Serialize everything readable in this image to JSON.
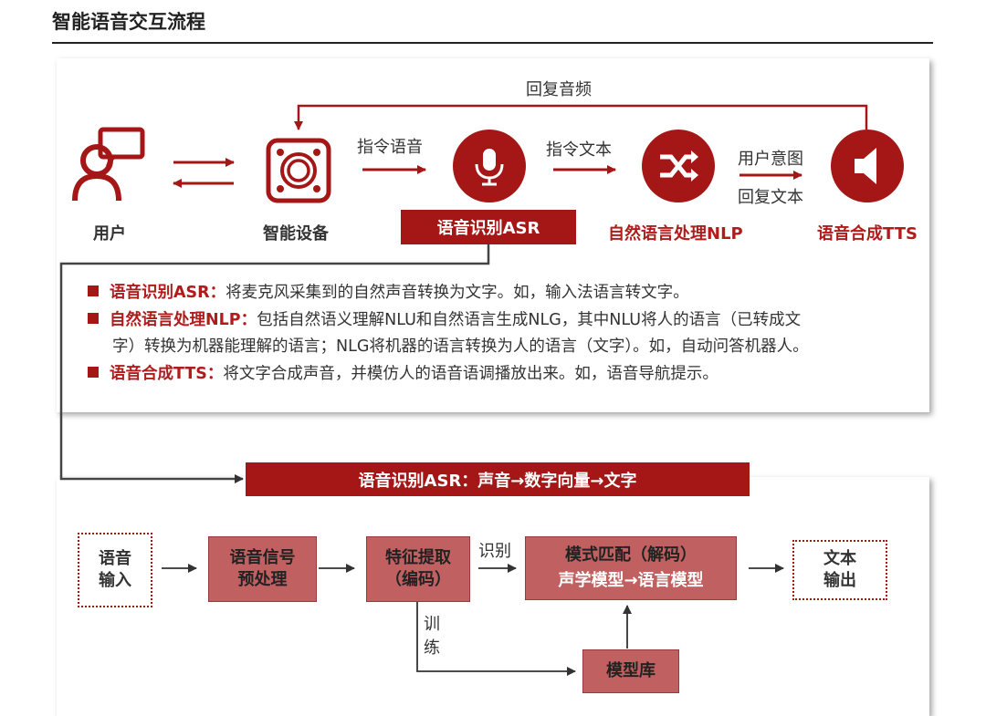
{
  "page": {
    "title": "智能语音交互流程"
  },
  "top_flow": {
    "feedback_label": "回复音频",
    "nodes": [
      {
        "label": "用户",
        "icon": "user-speech-icon"
      },
      {
        "label": "智能设备",
        "icon": "smart-device-icon"
      },
      {
        "label": "语音识别ASR",
        "icon": "microphone-icon"
      },
      {
        "label": "自然语言处理NLP",
        "icon": "shuffle-icon"
      },
      {
        "label": "语音合成TTS",
        "icon": "speaker-icon"
      }
    ],
    "arrow_labels": {
      "device_to_asr": "指令语音",
      "asr_to_nlp": "指令文本",
      "nlp_to_tts_top": "用户意图",
      "nlp_to_tts_bottom": "回复文本"
    }
  },
  "definitions": [
    {
      "term": "语音识别ASR：",
      "text": "将麦克风采集到的自然声音转换为文字。如，输入法语言转文字。"
    },
    {
      "term": "自然语言处理NLP：",
      "text": "包括自然语义理解NLU和自然语言生成NLG，其中NLU将人的语言（已转成文",
      "text_cont": "字）转换为机器能理解的语言；NLG将机器的语言转换为人的语言（文字）。如，自动问答机器人。"
    },
    {
      "term": "语音合成TTS：",
      "text": "将文字合成声音，并模仿人的语音语调播放出来。如，语音导航提示。"
    }
  ],
  "asr_flow": {
    "banner": "语音识别ASR：声音→数字向量→文字",
    "speech_input": {
      "line1": "语音",
      "line2": "输入"
    },
    "preprocess": {
      "line1": "语音信号",
      "line2": "预处理"
    },
    "feature": {
      "line1": "特征提取",
      "line2": "（编码）"
    },
    "recognize_label": "识别",
    "match": {
      "line1": "模式匹配（解码）",
      "line2": "声学模型→语言模型"
    },
    "text_output": {
      "line1": "文本",
      "line2": "输出"
    },
    "train_label": {
      "c1": "训",
      "c2": "练"
    },
    "model_lib": "模型库"
  },
  "colors": {
    "accent": "#a51616",
    "box_fill": "#c06060"
  }
}
